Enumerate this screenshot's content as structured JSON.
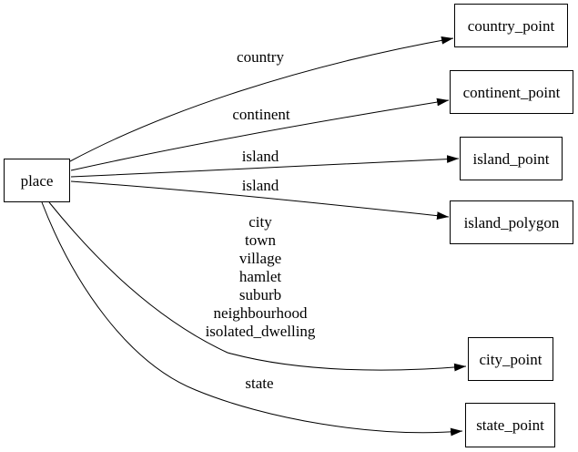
{
  "diagram": {
    "type": "directed-graph",
    "background": "#ffffff",
    "colors": {
      "node_border": "#000000",
      "node_fill": "#ffffff",
      "edge": "#000000",
      "text": "#000000"
    },
    "nodes": {
      "place": {
        "label": "place"
      },
      "country_point": {
        "label": "country_point"
      },
      "continent_point": {
        "label": "continent_point"
      },
      "island_point": {
        "label": "island_point"
      },
      "island_polygon": {
        "label": "island_polygon"
      },
      "city_point": {
        "label": "city_point"
      },
      "state_point": {
        "label": "state_point"
      }
    },
    "edges": [
      {
        "from": "place",
        "to": "country_point",
        "label": "country"
      },
      {
        "from": "place",
        "to": "continent_point",
        "label": "continent"
      },
      {
        "from": "place",
        "to": "island_point",
        "label": "island"
      },
      {
        "from": "place",
        "to": "island_polygon",
        "label": "island"
      },
      {
        "from": "place",
        "to": "city_point",
        "label": "city\ntown\nvillage\nhamlet\nsuburb\nneighbourhood\nisolated_dwelling"
      },
      {
        "from": "place",
        "to": "state_point",
        "label": "state"
      }
    ]
  }
}
